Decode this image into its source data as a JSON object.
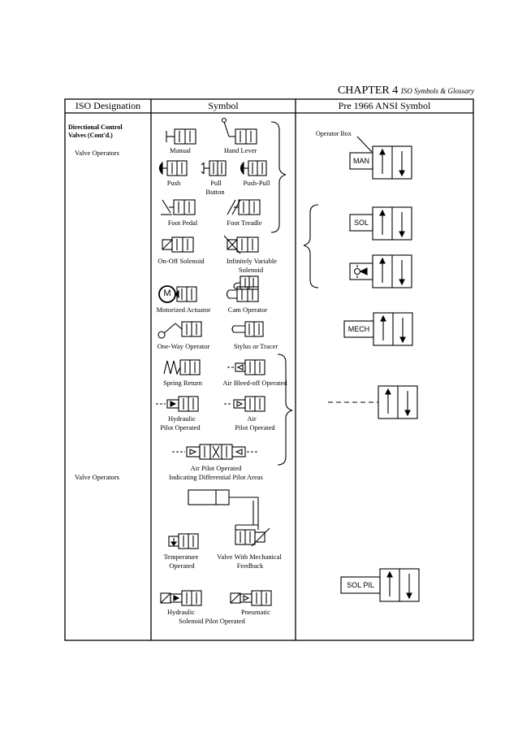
{
  "header": {
    "chapter": "CHAPTER 4",
    "chapter_subtitle": "ISO Symbols & Glossary"
  },
  "table": {
    "columns": [
      "ISO Designation",
      "Symbol",
      "Pre 1966 ANSI Symbol"
    ],
    "designation_title_line1": "Directional Control",
    "designation_title_line2": "Valves (Cont'd.)",
    "designation_row1": "Valve Operators",
    "designation_row2": "Valve Operators"
  },
  "symbols": {
    "manual": "Manual",
    "hand_lever": "Hand Lever",
    "push": "Push",
    "pull_button_1": "Pull",
    "pull_button_2": "Button",
    "push_pull": "Push-Pull",
    "foot_pedal": "Foot Pedal",
    "foot_treadle": "Foot Treadle",
    "on_off_solenoid": "On-Off Solenoid",
    "infinitely_variable_1": "Infinitely Variable",
    "infinitely_variable_2": "Solenoid",
    "motorized_actuator": "Motorized Actuator",
    "cam_operator": "Cam Operator",
    "one_way_operator": "One-Way Operator",
    "stylus_tracer": "Stylus or Tracer",
    "spring_return": "Spring Return",
    "air_bleed_off": "Air Bleed-off Operated",
    "hydraulic_pilot_1": "Hydraulic",
    "hydraulic_pilot_2": "Pilot Operated",
    "air_pilot_1": "Air",
    "air_pilot_2": "Pilot Operated",
    "air_pilot_diff_1": "Air Pilot Operated",
    "air_pilot_diff_2": "Indicating Differential Pilot Areas",
    "temperature_1": "Temperature",
    "temperature_2": "Operated",
    "mech_feedback_1": "Valve With Mechanical",
    "mech_feedback_2": "Feedback",
    "hydraulic_sol": "Hydraulic",
    "pneumatic_sol": "Pneumatic",
    "solenoid_pilot_operated": "Solenoid Pilot Operated",
    "motor_letter": "M"
  },
  "ansi": {
    "operator_box": "Operator Box",
    "man": "MAN",
    "sol": "SOL",
    "mech": "MECH",
    "sol_pil": "SOL PIL"
  }
}
